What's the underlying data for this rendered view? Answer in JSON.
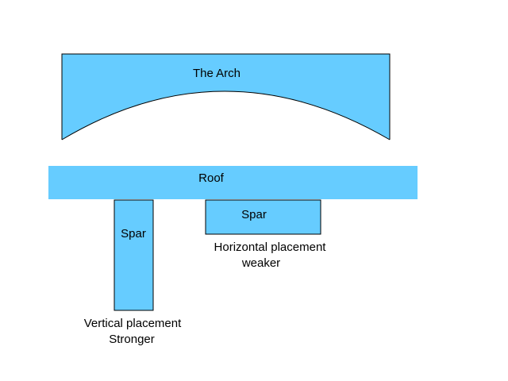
{
  "diagram": {
    "arch_label": "The Arch",
    "roof_label": "Roof",
    "vertical_spar": {
      "label": "Spar",
      "caption_line1": "Vertical placement",
      "caption_line2": "Stronger"
    },
    "horizontal_spar": {
      "label": "Spar",
      "caption_line1": "Horizontal placement",
      "caption_line2": "weaker"
    }
  },
  "colors": {
    "fill": "#66ccff",
    "stroke": "#000000",
    "text": "#000000"
  }
}
